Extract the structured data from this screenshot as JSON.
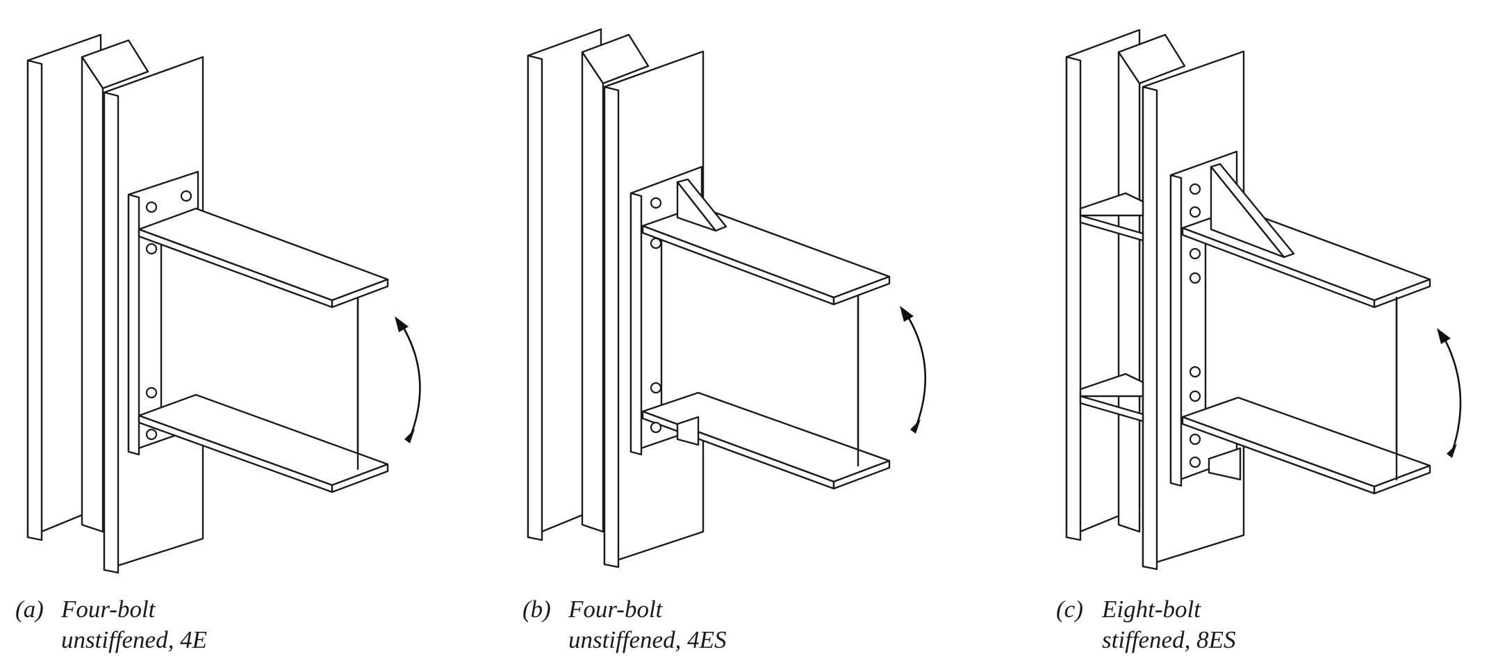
{
  "figures": [
    {
      "id": "a",
      "label": "(a)",
      "line1": "Four-bolt",
      "line2": "unstiffened, 4E",
      "stiffener": false,
      "column_stiffeners": false,
      "bolts": 4
    },
    {
      "id": "b",
      "label": "(b)",
      "line1": "Four-bolt",
      "line2": "unstiffened, 4ES",
      "stiffener": true,
      "column_stiffeners": false,
      "bolts": 4
    },
    {
      "id": "c",
      "label": "(c)",
      "line1": "Eight-bolt",
      "line2": "stiffened, 8ES",
      "stiffener": true,
      "column_stiffeners": true,
      "bolts": 8
    }
  ]
}
